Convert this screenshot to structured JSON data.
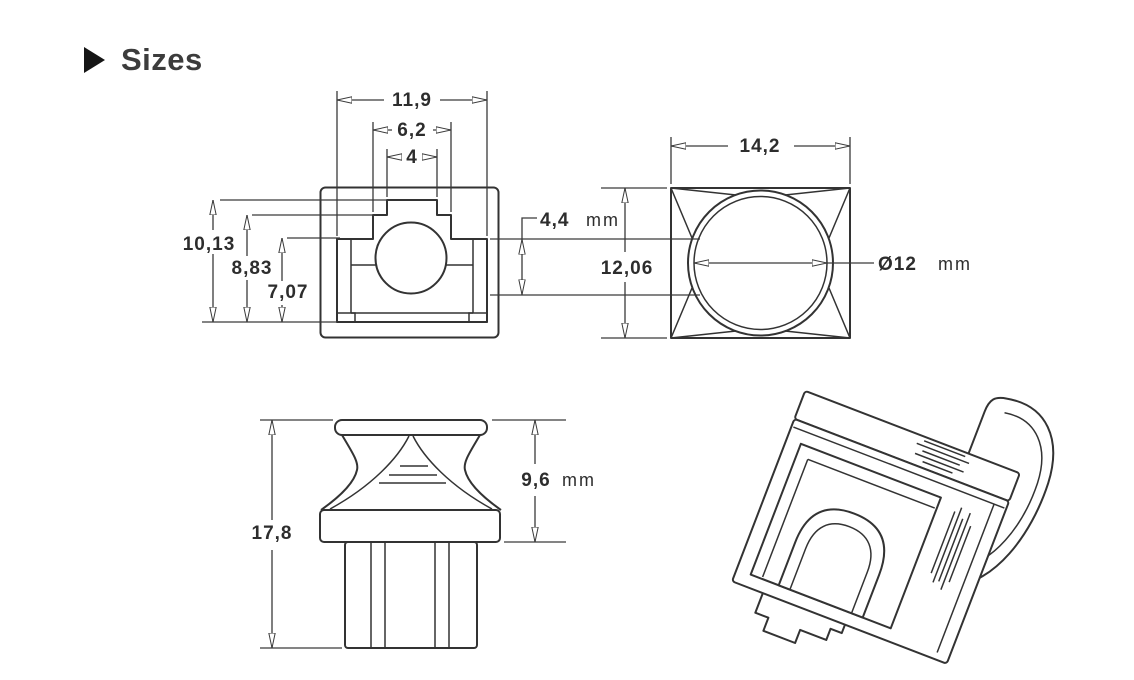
{
  "header": {
    "title": "Sizes",
    "bullet_icon": "right-triangle",
    "title_color": "#3c3c3c"
  },
  "drawing": {
    "line_color": "#333333",
    "unit_label": "mm",
    "front_view": {
      "dim_width_outer": "11,9",
      "dim_width_mid": "6,2",
      "dim_width_tab": "4",
      "dim_height_total": "10,13",
      "dim_height_mid": "8,83",
      "dim_height_shoulder": "7,07",
      "dim_notch": "4,4",
      "dim_notch_unit": "mm"
    },
    "back_view": {
      "dim_width": "14,2",
      "dim_height": "12,06",
      "dim_diameter": "Ø12",
      "dim_diameter_unit": "mm"
    },
    "side_view": {
      "dim_height_total": "17,8",
      "dim_cap_height": "9,6",
      "dim_cap_unit": "mm"
    },
    "values_mm": {
      "front_width_outer": 11.9,
      "front_width_mid": 6.2,
      "front_width_tab": 4,
      "front_height_total": 10.13,
      "front_height_mid": 8.83,
      "front_height_shoulder": 7.07,
      "front_notch": 4.4,
      "back_width": 14.2,
      "back_height": 12.06,
      "back_diameter": 12,
      "side_height_total": 17.8,
      "side_cap_height": 9.6
    }
  }
}
